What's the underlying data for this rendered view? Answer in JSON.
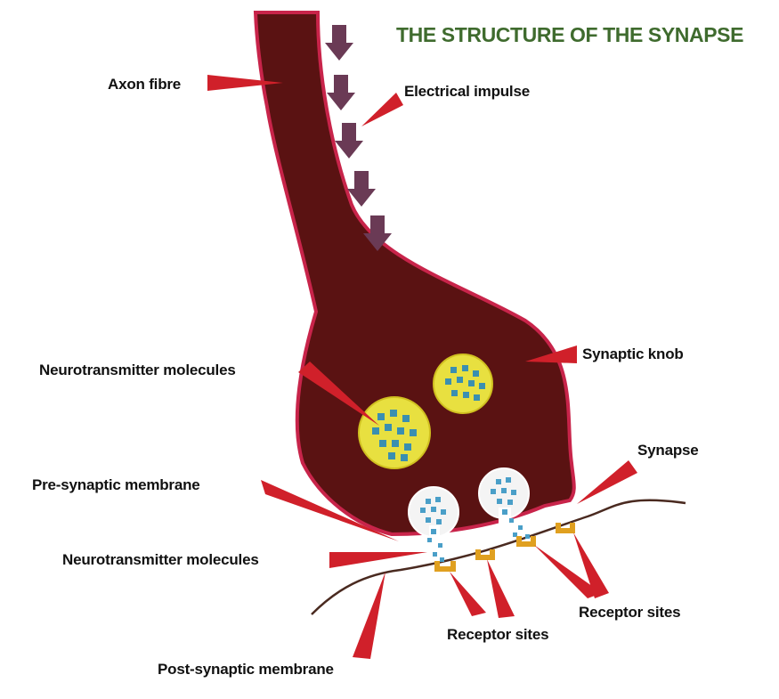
{
  "title": "THE STRUCTURE OF THE SYNAPSE",
  "labels": {
    "axon_fibre": "Axon fibre",
    "electrical_impulse": "Electrical impulse",
    "synaptic_knob": "Synaptic knob",
    "neurotransmitter_molecules_upper": "Neurotransmitter molecules",
    "synapse": "Synapse",
    "pre_synaptic_membrane": "Pre-synaptic membrane",
    "neurotransmitter_molecules_lower": "Neurotransmitter molecules",
    "receptor_sites_right": "Receptor sites",
    "receptor_sites_middle": "Receptor sites",
    "post_synaptic_membrane": "Post-synaptic membrane"
  },
  "colors": {
    "title": "#3f6b2e",
    "axon_fill": "#5a1212",
    "axon_outline": "#c8244a",
    "pointer": "#d0202a",
    "arrow": "#6a3a55",
    "vesicle_full": "#e8e040",
    "molecule": "#3a8fb0",
    "receptor": "#e0a020",
    "membrane_line": "#4a2a20"
  }
}
